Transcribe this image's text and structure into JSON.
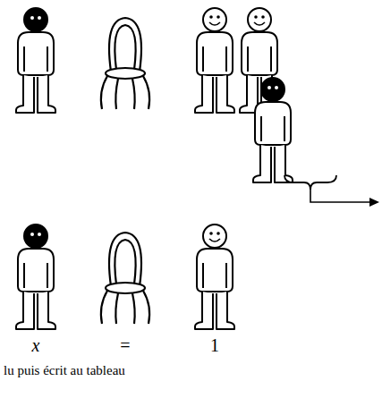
{
  "diagram": {
    "labels": [
      "x",
      "=",
      "1",
      "lu puis écrit au tableau"
    ]
  }
}
